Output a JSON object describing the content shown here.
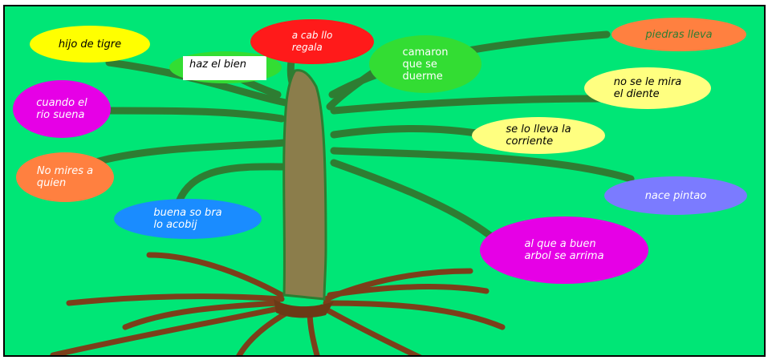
{
  "canvas": {
    "background": "#00e676",
    "trunk_color": "#8b7d4b",
    "branch_color": "#2e7d32",
    "root_color": "#7b3f1a"
  },
  "sayings": {
    "hijo_de_tigre": {
      "text": "hijo de tigre",
      "color": "#ffff00"
    },
    "haz_el_bien": {
      "text": "haz el bien",
      "color": "#ffffff"
    },
    "a_caballo_regalado": {
      "text": "a cab  llo\nregala",
      "color": "#ff1a1a"
    },
    "camaron": {
      "text": "camaron\nque se\nduerme",
      "color": "#33dd33"
    },
    "piedras_lleva": {
      "text": "piedras lleva",
      "color": "#ff8040"
    },
    "no_se_le_mira": {
      "text": "no se le mira\nel diente",
      "color": "#ffff80"
    },
    "cuando_el_rio": {
      "text": "cuando el\nrio suena",
      "color": "#e600e6"
    },
    "se_lo_lleva": {
      "text": "se lo lleva la\ncorriente",
      "color": "#ffff80"
    },
    "no_mires_a_quien": {
      "text": "No mires a\nquien",
      "color": "#ff8040"
    },
    "nace_pintao": {
      "text": "nace pintao",
      "color": "#7b7bff"
    },
    "buena_sombra": {
      "text": "buena so  bra\nlo acobij",
      "color": "#1a8cff"
    },
    "al_que_a_buen": {
      "text": "al que a buen\narbol se arrima",
      "color": "#e600e6"
    }
  }
}
